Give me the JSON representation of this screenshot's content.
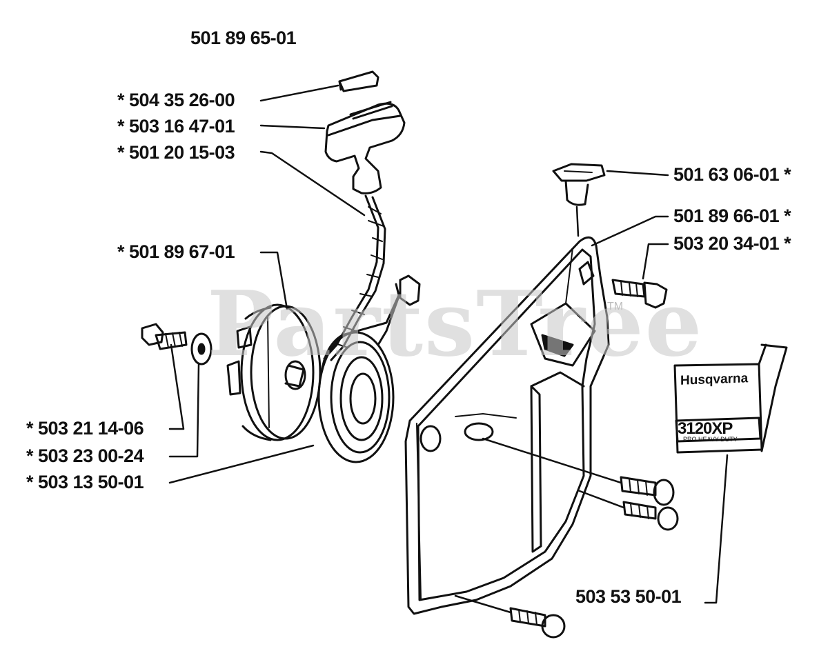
{
  "assembly_part": "501 89 65-01",
  "parts": {
    "grip_insert": "* 504 35 26-00",
    "handle": "* 503 16 47-01",
    "rope": "* 501 20 15-03",
    "pulley": "* 501 89 67-01",
    "screw": "* 503 21 14-06",
    "washer": "* 503 23 00-24",
    "spring": "* 503 13 50-01",
    "top_bushing": "501 63 06-01  *",
    "cover_bracket": "501 89 66-01  *",
    "cover_screw": "503 20 34-01  *",
    "decal": "503 53 50-01"
  },
  "watermark": "PartsTree",
  "trademark": "TM",
  "decal_text": {
    "brand": "Husqvarna",
    "model": "3120XP",
    "sub": "PRO HEAVY DUTY"
  },
  "colors": {
    "ink": "#111111",
    "watermark": "#c8c8c8",
    "background": "#ffffff"
  }
}
